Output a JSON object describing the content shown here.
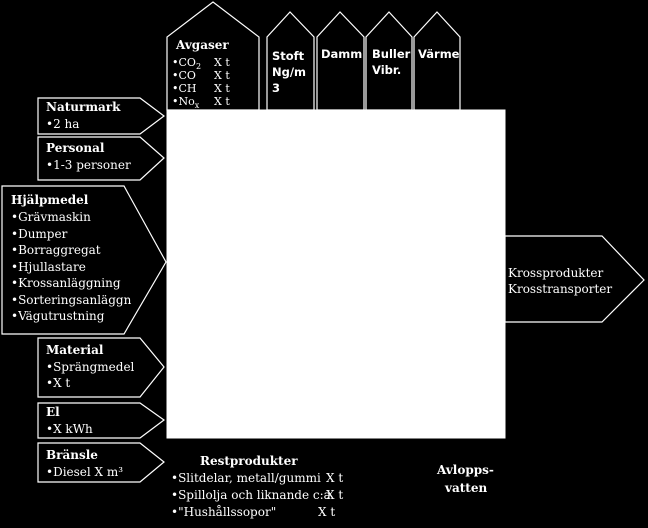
{
  "top": {
    "avgaser": {
      "title": "Avgaser",
      "rows": [
        {
          "label": "•CO",
          "sub": "2",
          "value": "X t"
        },
        {
          "label": "•CO",
          "sub": "",
          "value": "X t"
        },
        {
          "label": "•CH",
          "sub": "",
          "value": "X t"
        },
        {
          "label": "•No",
          "sub": "x",
          "value": "X t"
        }
      ]
    },
    "stoft": {
      "title": "Stoft",
      "line2": "Ng/m",
      "line3": "3"
    },
    "damm": {
      "title": "Damm"
    },
    "buller": {
      "title": "Buller",
      "line2": "Vibr."
    },
    "varme": {
      "title": "Värme"
    }
  },
  "inputs": {
    "naturmark": {
      "title": "Naturmark",
      "items": [
        "•2 ha"
      ]
    },
    "personal": {
      "title": "Personal",
      "items": [
        "•1-3 personer"
      ]
    },
    "hjalpmedel": {
      "title": "Hjälpmedel",
      "items": [
        "•Grävmaskin",
        "•Dumper",
        "•Borraggregat",
        "•Hjullastare",
        "•Krossanläggning",
        "•Sorteringsanläggn",
        "•Vägutrustning"
      ]
    },
    "material": {
      "title": "Material",
      "items": [
        "•Sprängmedel",
        "•X t"
      ]
    },
    "el": {
      "title": "El",
      "items": [
        "•X kWh"
      ]
    },
    "bransle": {
      "title": "Bränsle",
      "items": [
        "•Diesel X m³"
      ]
    }
  },
  "output": {
    "line1": "Krossprodukter",
    "line2": "Krosstransporter"
  },
  "restprodukter": {
    "title": "Restprodukter",
    "rows": [
      {
        "label": "•Slitdelar, metall/gummi",
        "value": "X t"
      },
      {
        "label": "•Spillolja och liknande c:a",
        "value": "X t"
      },
      {
        "label": "•\"Hushållssopor\"",
        "value": "X t"
      }
    ]
  },
  "avlopp": {
    "line1": "Avlopps-",
    "line2": "vatten"
  },
  "colors": {
    "background": "#000000",
    "stroke": "#ffffff",
    "center": "#ffffff"
  }
}
